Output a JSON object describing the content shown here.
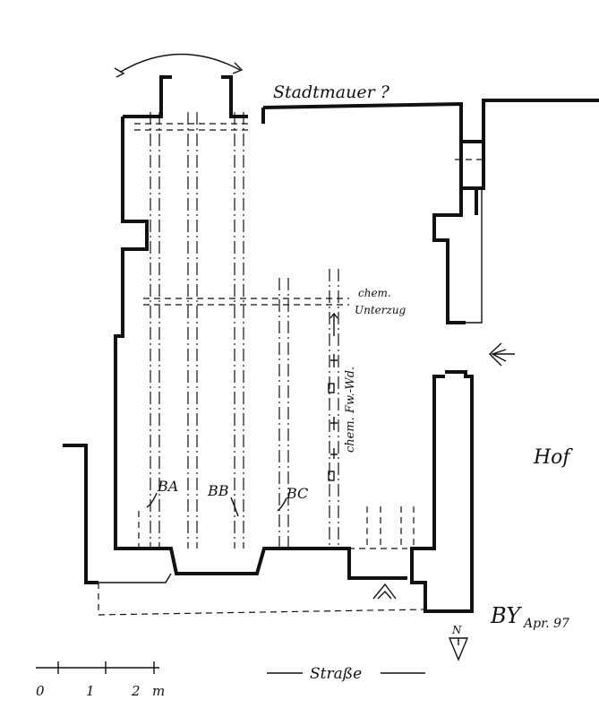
{
  "labels": {
    "city_wall": "Stadtmauer ?",
    "former_beam": [
      "chem.",
      "Unterzug"
    ],
    "former_wall": "chem. Fw.-Wd.",
    "courtyard": "Hof",
    "street": "Straße",
    "signature": "BY",
    "date": "Apr. 97",
    "north": "N",
    "beams": [
      "BA",
      "BB",
      "BC"
    ]
  },
  "scale_bar": {
    "ticks": [
      "0",
      "1",
      "2"
    ],
    "unit": "m"
  }
}
